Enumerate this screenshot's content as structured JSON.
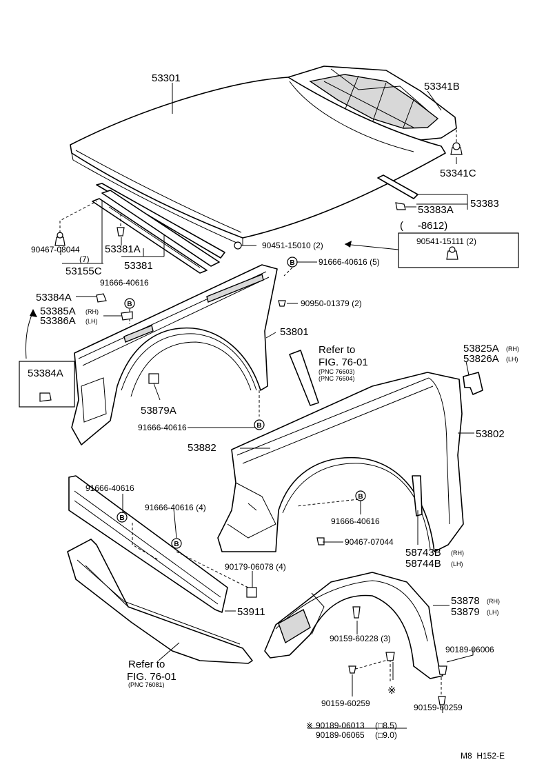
{
  "parts": {
    "hood": "53301",
    "hood_insulator": "53341B",
    "insulator_clip": "53341C",
    "hood_seal_assy": "53383",
    "hood_seal_a": "53383A",
    "seal_date_range": "(     -8612)",
    "hood_clip_callout": "90541-15111 (2)",
    "clip_90451": "90451-15010 (2)",
    "clip_90467_top": "90467-08044",
    "qty_7": "(7)",
    "cowl_panel": "53155C",
    "hood_seal_sub": "53381A",
    "hood_seal_main": "53381",
    "bolt_5": "91666-40616 (5)",
    "bolt_top_left": "91666-40616",
    "screw_90950": "90950-01379 (2)",
    "side_seal_a": "53384A",
    "side_seal_a_box": "53384A",
    "retainer_rh": "53385A",
    "retainer_lh": "53386A",
    "rh": "(RH)",
    "lh": "(LH)",
    "fender_rh": "53801",
    "fender_lh": "53802",
    "refer_to_1": "Refer to",
    "fig_1": "FIG. 76-01",
    "pnc_1a": "(PNC 76603)",
    "pnc_1b": "(PNC 76604)",
    "mudguard_rh": "53825A",
    "mudguard_lh": "53826A",
    "mudguard_rh_tag": "(RH)",
    "mudguard_lh_tag": "(LH)",
    "nut_53879a": "53879A",
    "bolt_fender_low": "91666-40616",
    "fender_seal": "53882",
    "bolt_apron_top": "91666-40616",
    "bolt_apron_4": "91666-40616 (4)",
    "bolt_fender_front": "91666-40616",
    "clip_90467_low": "90467-07044",
    "flap_rh": "58743B",
    "flap_lh": "58744B",
    "flap_rh_tag": "(RH)",
    "flap_lh_tag": "(LH)",
    "nut_90179": "90179-06078 (4)",
    "apron_seal": "53911",
    "liner_rh": "53878",
    "liner_lh": "53879",
    "liner_rh_tag": "(RH)",
    "liner_lh_tag": "(LH)",
    "screw_90159_3": "90159-60228 (3)",
    "clip_90189": "90189-06006",
    "refer_to_2": "Refer to",
    "fig_2": "FIG. 76-01",
    "pnc_2": "(PNC 76081)",
    "screw_90159_a": "90159-60259",
    "screw_90159_b": "90159-60259",
    "note_mark": "※",
    "note_1": "90189-06013",
    "note_1_size": "(□8.5)",
    "note_2": "90189-06065",
    "note_2_size": "(□9.0)",
    "footer_code": "M8  H152-E"
  },
  "bolt_letter": "B"
}
